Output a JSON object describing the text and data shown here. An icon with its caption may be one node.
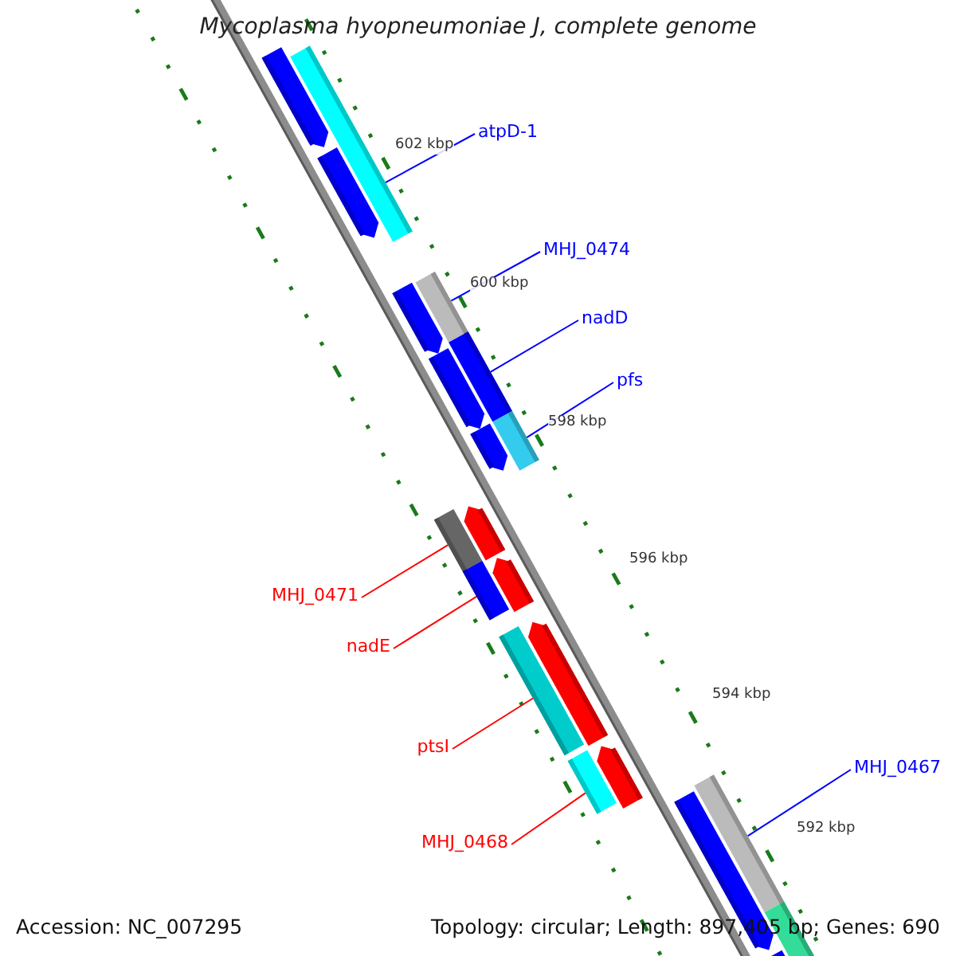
{
  "diagram": {
    "title": "Mycoplasma hyopneumoniae J, complete genome",
    "nodes": [
      {
        "text": [
          "atpD-1"
        ]
      },
      {
        "text": [],
        "shape": "bar"
      },
      {
        "text": [
          "MHJ_0474"
        ]
      },
      {
        "text": [],
        "shape": "bar"
      },
      {
        "text": [
          "nadD"
        ]
      },
      {
        "text": [],
        "shape": "bar"
      },
      {
        "text": [
          "pfs"
        ]
      },
      {
        "text": [],
        "shape": "bar"
      },
      {
        "text": [
          "MHJ_0471"
        ]
      },
      {
        "text": [],
        "shape": "bar"
      },
      {
        "text": [
          "nadE"
        ]
      },
      {
        "text": [],
        "shape": "bar"
      },
      {
        "text": [
          "ptsI"
        ]
      },
      {
        "text": [],
        "shape": "bar"
      },
      {
        "text": [
          "MHJ_0468"
        ]
      },
      {
        "text": [],
        "shape": "bar"
      },
      {
        "text": [
          "MHJ_0467"
        ]
      },
      {
        "text": [],
        "shape": "bar"
      },
      {
        "text": [],
        "shape": "bar"
      },
      {
        "text": [],
        "shape": "bar"
      },
      {
        "text": [],
        "shape": "bar"
      },
      {
        "text": [],
        "shape": "bar"
      },
      {
        "text": [],
        "shape": "bar"
      },
      {
        "text": [],
        "shape": "bar"
      },
      {
        "text": [],
        "shape": "bar"
      },
      {
        "text": [],
        "shape": "bar"
      },
      {
        "text": [],
        "shape": "bar"
      },
      {
        "text": [],
        "shape": "bar"
      },
      {
        "text": [],
        "shape": "bar"
      },
      {
        "text": [],
        "shape": "bar"
      }
    ],
    "edges": [
      {
        "from": 0,
        "to": 1,
        "arrow": "none"
      },
      {
        "from": 2,
        "to": 3,
        "arrow": "none"
      },
      {
        "from": 4,
        "to": 5,
        "arrow": "none"
      },
      {
        "from": 6,
        "to": 7,
        "arrow": "none"
      },
      {
        "from": 8,
        "to": 9,
        "arrow": "none",
        "color": "#ff0000"
      },
      {
        "from": 10,
        "to": 11,
        "arrow": "none",
        "color": "#ff0000"
      },
      {
        "from": 12,
        "to": 13,
        "arrow": "none",
        "color": "#ff0000"
      },
      {
        "from": 14,
        "to": 15,
        "arrow": "none",
        "color": "#ff0000"
      },
      {
        "from": 16,
        "to": 17,
        "arrow": "none"
      }
    ],
    "labels": [
      "602 kbp",
      "600 kbp",
      "598 kbp",
      "596 kbp",
      "594 kbp",
      "592 kbp",
      "Accession: NC_007295",
      "Topology: circular; Length: 897,405 bp; Genes: 690"
    ]
  }
}
